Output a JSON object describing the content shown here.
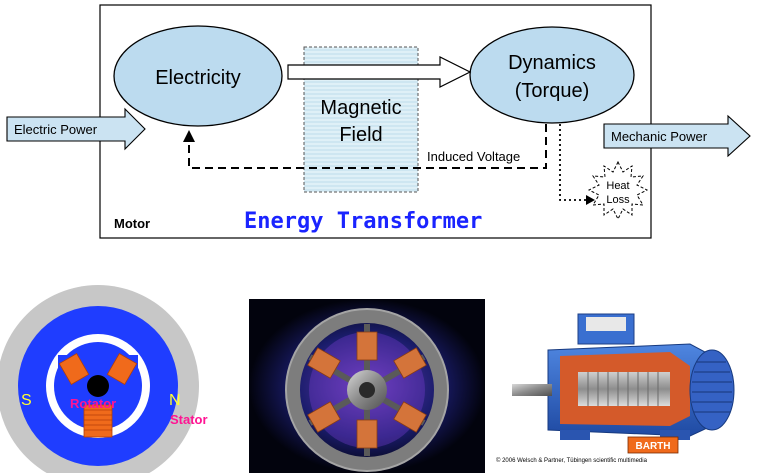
{
  "diagram": {
    "box_label": "Motor",
    "title": "Energy Transformer",
    "electricity": "Electricity",
    "dynamics_line1": "Dynamics",
    "dynamics_line2": "(Torque)",
    "magnetic_line1": "Magnetic",
    "magnetic_line2": "Field",
    "induced_voltage": "Induced Voltage",
    "electric_power": "Electric Power",
    "mechanic_power": "Mechanic Power",
    "heat_line1": "Heat",
    "heat_line2": "Loss"
  },
  "figures": {
    "schematic": {
      "label_s": "S",
      "label_n": "N",
      "label_rotator": "Rotator",
      "label_stator": "Stator"
    },
    "photo_caption": "© 2006 Welsch & Partner, Tübingen scientific multimedia",
    "brand": "BARTH"
  },
  "colors": {
    "ellipse_fill": "#bcdbef",
    "arrow_fill": "#cbe3f2",
    "title_blue": "#1a24ff",
    "stator_blue": "#1f3dff",
    "stator_gray": "#c7c7c7",
    "coil_orange": "#f06a1b",
    "magenta": "#ff1493",
    "pole_yellow": "#ffff33",
    "motor_blue": "#3a6fd0"
  }
}
